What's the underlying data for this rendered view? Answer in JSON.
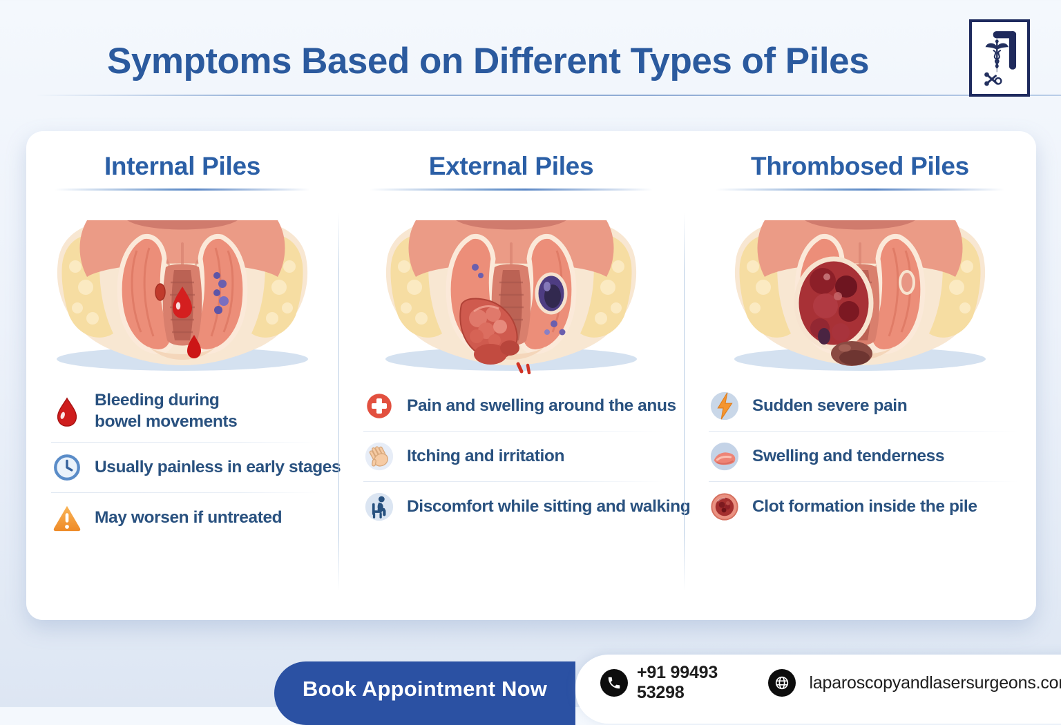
{
  "header": {
    "title": "Symptoms Based on Different Types of Piles",
    "logo": "laparoscopy-and-laser-surgeons-logo"
  },
  "columns": [
    {
      "title": "Internal Piles",
      "illustration": "internal-piles-anatomy-with-bleeding-drops",
      "symptoms": [
        {
          "icon": "blood-drop-icon",
          "text": "Bleeding during bowel movements"
        },
        {
          "icon": "clock-icon",
          "text": "Usually painless in early stages"
        },
        {
          "icon": "warning-icon",
          "text": "May worsen if untreated"
        }
      ]
    },
    {
      "title": "External Piles",
      "illustration": "external-piles-anatomy-with-protruding-lump",
      "symptoms": [
        {
          "icon": "medical-cross-icon",
          "text": "Pain and swelling around the anus"
        },
        {
          "icon": "hand-icon",
          "text": "Itching and irritation"
        },
        {
          "icon": "sitting-person-icon",
          "text": "Discomfort while sitting and walking"
        }
      ]
    },
    {
      "title": "Thrombosed Piles",
      "illustration": "thrombosed-piles-anatomy-with-clot-mass",
      "symptoms": [
        {
          "icon": "lightning-icon",
          "text": "Sudden severe pain"
        },
        {
          "icon": "swelling-icon",
          "text": "Swelling and tenderness"
        },
        {
          "icon": "clot-icon",
          "text": "Clot formation inside the pile"
        }
      ]
    }
  ],
  "footer": {
    "cta_label": "Book Appointment Now",
    "phone": "+91 99493 53298",
    "website": "laparoscopyandlasersurgeons.com"
  },
  "colors": {
    "heading_blue": "#2b5a9e",
    "column_title_blue": "#2b5fa6",
    "symptom_text_blue": "#29517f",
    "cta_blue": "#2b51a3",
    "contact_text": "#1d1d1d",
    "background_top": "#f4f8fd",
    "background_bottom": "#dde6f3"
  }
}
